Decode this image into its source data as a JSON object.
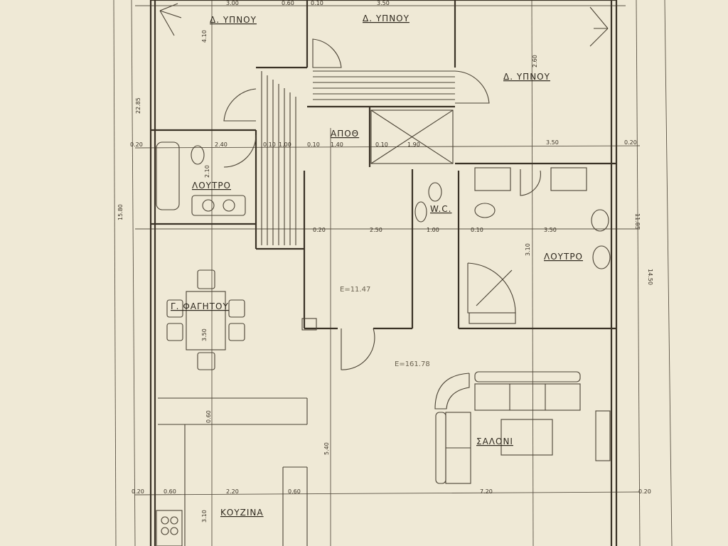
{
  "rooms": {
    "bedroom_1": "Δ. ΥΠΝΟΥ",
    "bedroom_2": "Δ. ΥΠΝΟΥ",
    "bedroom_3": "Δ. ΥΠΝΟΥ",
    "bathroom_1": "ΛΟΥΤΡΟ",
    "bathroom_2": "ΛΟΥΤΡΟ",
    "storage": "ΑΠΟΘ",
    "wc": "W.C.",
    "dining": "Γ. ΦΑΓΗΤΟΥ",
    "living": "ΣΑΛΟΝΙ",
    "kitchen": "ΚΟΥΖΙΝΑ"
  },
  "areas": {
    "stair_area": "E=11.47",
    "total_area": "E=161.78"
  },
  "dimensions": {
    "top_300": "3.00",
    "top_060": "0.60",
    "top_010": "0.10",
    "top_350": "3.50",
    "left_total": "22.85",
    "left_height": "15.80",
    "right_total": "11.85",
    "right_lower": "14.50",
    "row1_020": "0.20",
    "row1_240": "2.40",
    "row1_010": "0.10",
    "row1_100": "1.00",
    "row1_010b": "0.10",
    "row1_140": "1.40",
    "row1_010c": "0.10",
    "row1_190": "1.90",
    "row1_350": "3.50",
    "row1_020b": "0.20",
    "row2_020": "0.20",
    "row2_250": "2.50",
    "row2_100": "1.00",
    "row2_010": "0.10",
    "row2_350": "3.50",
    "row3_020": "0.20",
    "row3_060": "0.60",
    "row3_220": "2.20",
    "row3_060b": "0.60",
    "row3_720": "7.20",
    "row3_020b": "0.20",
    "v_410": "4.10",
    "v_310": "3.10",
    "v_540": "5.40",
    "v_350": "3.50",
    "v_060": "0.60",
    "v_310b": "3.10",
    "v_210": "2.10",
    "v_260": "2.60"
  }
}
